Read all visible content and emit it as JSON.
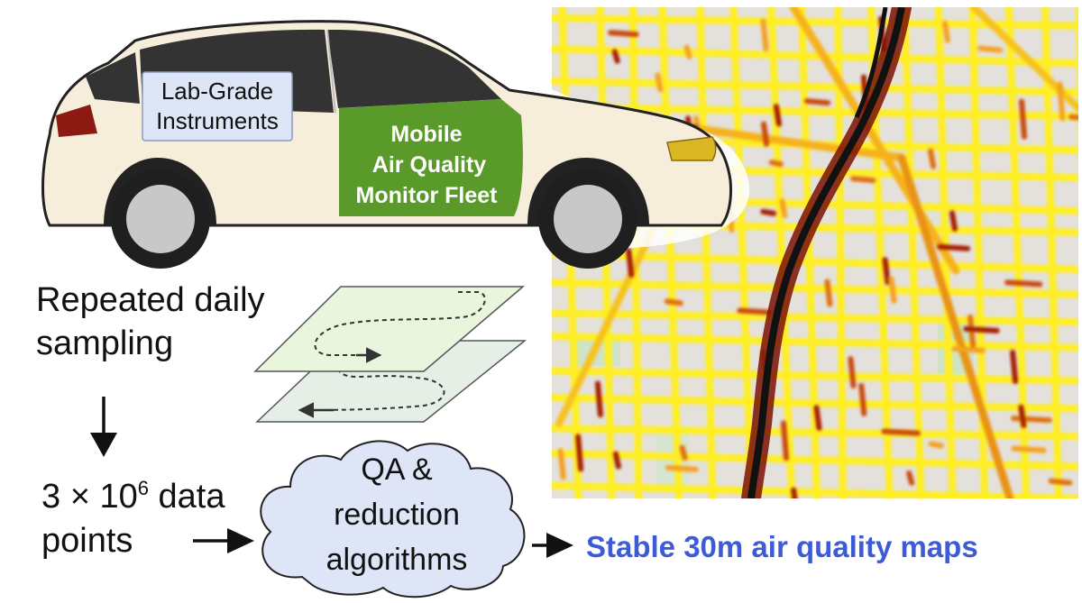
{
  "car": {
    "window_label_line1": "Lab-Grade",
    "window_label_line2": "Instruments",
    "door_label_line1": "Mobile",
    "door_label_line2": "Air Quality",
    "door_label_line3": "Monitor Fleet"
  },
  "sampling": {
    "line1": "Repeated daily",
    "line2": "sampling"
  },
  "datapoints": {
    "prefix": "3 × 10",
    "exponent": "6",
    "suffix": " data",
    "line2": "points"
  },
  "cloud": {
    "line1": "QA &",
    "line2": "reduction",
    "line3": "algorithms"
  },
  "output": {
    "label": "Stable 30m air quality maps"
  },
  "colors": {
    "car_body": "#f6eedb",
    "car_window": "#333333",
    "door_panel": "#5a9a2a",
    "label_box": "#dde6f6",
    "cloud": "#dde5f6",
    "output_text": "#3d5bd6",
    "map_road_low": "#ffee22",
    "map_road_high": "#8a0e04",
    "map_freeway": "#111111"
  }
}
